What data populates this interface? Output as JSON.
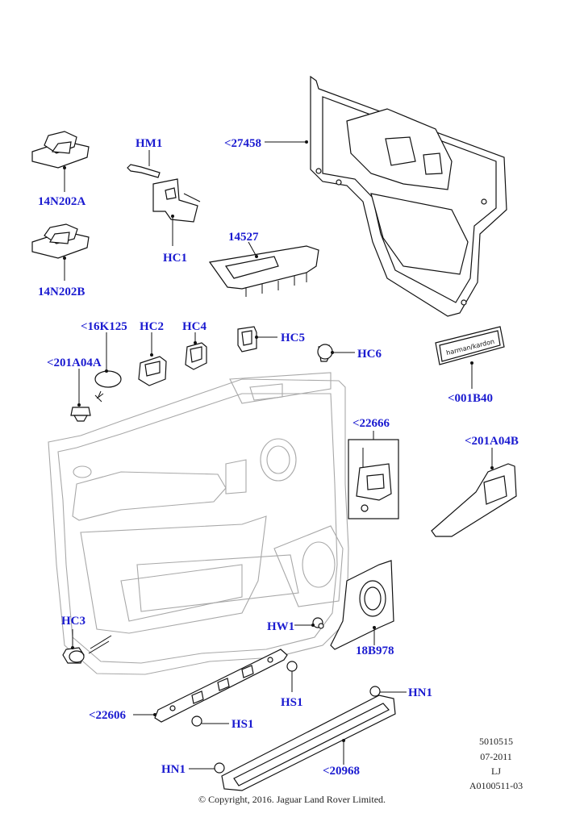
{
  "callouts": {
    "c14N202A": "14N202A",
    "c14N202B": "14N202B",
    "cHM1": "HM1",
    "cHC1": "HC1",
    "c27458": "<27458",
    "c14527": "14527",
    "c16K125": "<16K125",
    "cHC2": "HC2",
    "cHC4": "HC4",
    "cHC5": "HC5",
    "cHC6": "HC6",
    "c201A04A": "<201A04A",
    "c001B40": "<001B40",
    "c22666": "<22666",
    "c201A04B": "<201A04B",
    "cHC3": "HC3",
    "cHW1": "HW1",
    "c18B978": "18B978",
    "cHS1a": "HS1",
    "cHN1a": "HN1",
    "c22606": "<22606",
    "cHS1b": "HS1",
    "cHN1b": "HN1",
    "c20968": "<20968"
  },
  "badge_text": "harman/kardon",
  "meta": {
    "ref": "5010515",
    "date": "07-2011",
    "initials": "LJ",
    "illustration_id": "A0100511-03"
  },
  "copyright": "© Copyright, 2016. Jaguar Land Rover Limited.",
  "colors": {
    "callout": "#1a1ad0",
    "line": "#111111",
    "door_outline": "#a8a8a8"
  }
}
